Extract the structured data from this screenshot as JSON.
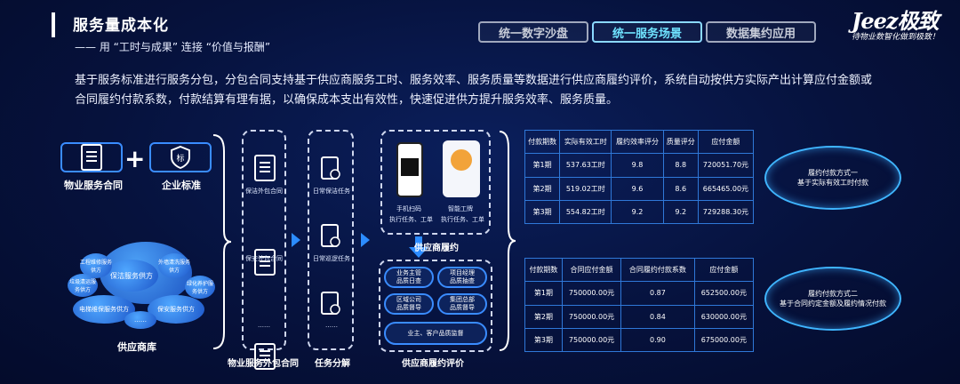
{
  "header": {
    "title": "服务量成本化",
    "subtitle": "—— 用  “工时与成果”  连接  “价值与报酬”",
    "tabs": [
      {
        "label": "统一数字沙盘",
        "active": false
      },
      {
        "label": "统一服务场景",
        "active": true
      },
      {
        "label": "数据集约应用",
        "active": false
      }
    ],
    "logo": "Jeez极致",
    "slogan": "待物业数智化做到极致！"
  },
  "intro": "基于服务标准进行服务分包，分包合同支持基于供应商服务工时、服务效率、服务质量等数据进行供应商履约评价，系统自动按供方实际产出计算应付金额或合同履约付款系数，付款结算有理有据，以确保成本支出有效性，快速促进供方提升服务效率、服务质量。",
  "left": {
    "contract_label": "物业服务合同",
    "standard_label": "企业标准",
    "standard_icon_text": "标",
    "plus": "+",
    "suppliers_label": "供应商库",
    "clouds": [
      "保洁服务供方",
      "电梯维保服务供方",
      "保安服务供方",
      "工程维修服务供方",
      "外墙清洗服务供方",
      "绿化养护服务供方",
      "垃圾清运服务供方",
      "……"
    ]
  },
  "subcontract": {
    "items": [
      "保洁外包合同",
      "保安外包合同",
      "……"
    ],
    "label": "物业服务外包合同"
  },
  "tasks": {
    "items": [
      "日常保洁任务",
      "日常巡逻任务",
      "……"
    ],
    "label": "任务分解"
  },
  "performance": {
    "scan_label": "手机扫码",
    "scan_sub": "执行任务、工单",
    "badge_label": "智能工牌",
    "badge_sub": "执行任务、工单",
    "label": "供应商履约",
    "eval_label": "供应商履约评价",
    "pills": [
      "业务主管\n品质日查",
      "项目经理\n品质抽查",
      "区域公司\n品质督导",
      "集团总部\n品质督导",
      "业主、客户品质监督"
    ]
  },
  "table1": {
    "headers": [
      "付款期数",
      "实际有效工时",
      "履约效率评分",
      "质量评分",
      "应付金额"
    ],
    "rows": [
      [
        "第1期",
        "537.63工时",
        "9.8",
        "8.8",
        "720051.70元"
      ],
      [
        "第2期",
        "519.02工时",
        "9.6",
        "8.6",
        "665465.00元"
      ],
      [
        "第3期",
        "554.82工时",
        "9.2",
        "9.2",
        "729288.30元"
      ]
    ]
  },
  "table2": {
    "headers": [
      "付款期数",
      "合同应付金额",
      "合同履约付款系数",
      "应付金额"
    ],
    "rows": [
      [
        "第1期",
        "750000.00元",
        "0.87",
        "652500.00元"
      ],
      [
        "第2期",
        "750000.00元",
        "0.84",
        "630000.00元"
      ],
      [
        "第3期",
        "750000.00元",
        "0.90",
        "675000.00元"
      ]
    ]
  },
  "oval1": {
    "line1": "履约付款方式一",
    "line2": "基于实际有效工时付款"
  },
  "oval2": {
    "line1": "履约付款方式二",
    "line2": "基于合同约定金额及履约情况付款"
  }
}
